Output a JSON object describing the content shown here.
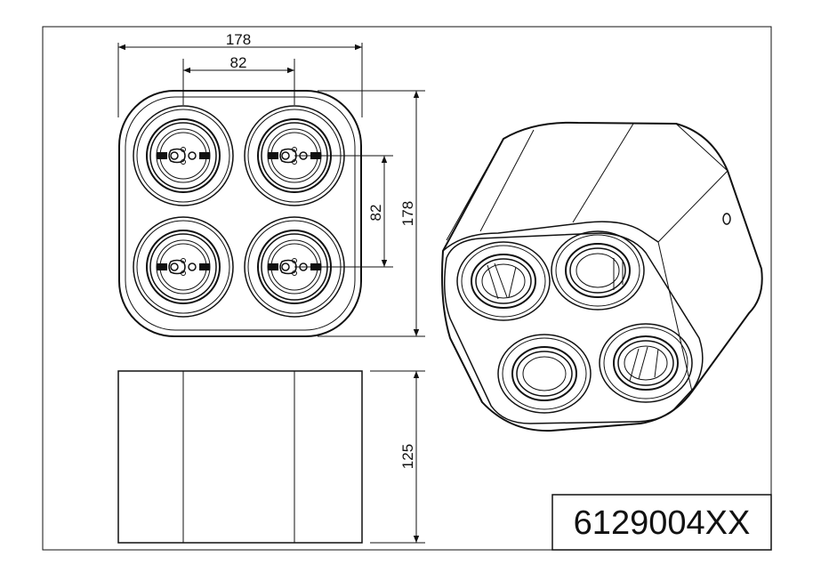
{
  "front_view": {
    "width_overall": "178",
    "width_spacing": "82",
    "height_spacing": "82",
    "height_overall": "178"
  },
  "side_view": {
    "height": "125"
  },
  "model_code": "6129004XX",
  "colors": {
    "line": "#111111",
    "background": "#ffffff"
  }
}
